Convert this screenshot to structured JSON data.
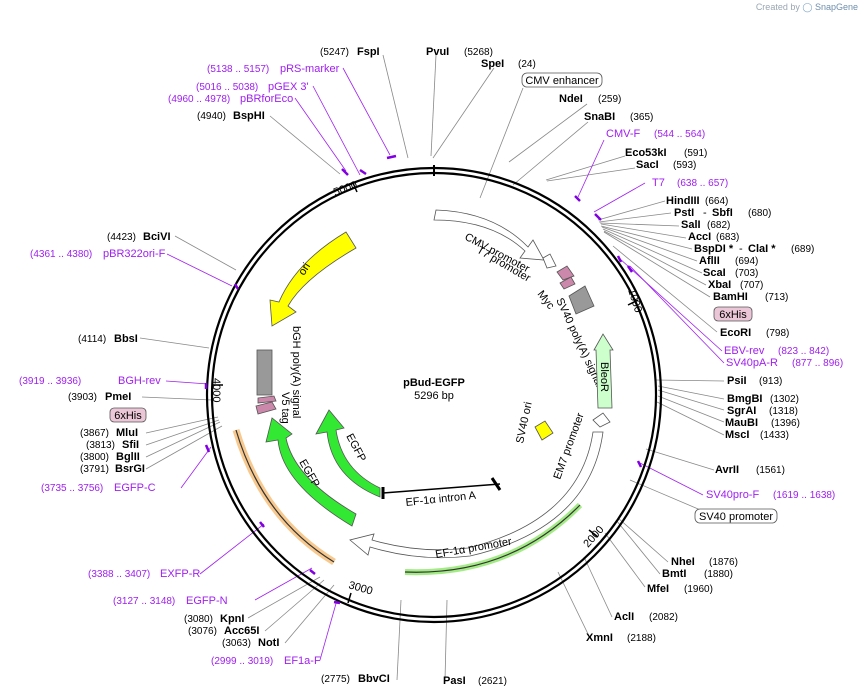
{
  "credit": {
    "prefix": "Created by",
    "brand": "SnapGene"
  },
  "plasmid": {
    "name": "pBud-EGFP",
    "length": "5296 bp",
    "total_bp": 5296
  },
  "ticks": [
    "1000",
    "2000",
    "3000",
    "4000",
    "5000"
  ],
  "colors": {
    "backbone": "#000000",
    "leader": "#888888",
    "primer": "#a020f0",
    "ori": "#ffff00",
    "egfp": "#33e833",
    "bleor": "#ccffcc",
    "polyA": "#999999",
    "sv40ori": "#ffff00",
    "tag": "#cc88aa",
    "primer_bar": "#8000e0"
  },
  "features": [
    {
      "label": "CMV promoter",
      "type": "promoter"
    },
    {
      "label": "T7 promoter",
      "type": "promoter"
    },
    {
      "label": "Myc",
      "type": "tag"
    },
    {
      "label": "SV40 poly(A) signal",
      "type": "polyA"
    },
    {
      "label": "BleoR",
      "type": "cds"
    },
    {
      "label": "SV40 ori",
      "type": "rep_origin"
    },
    {
      "label": "EM7 promoter",
      "type": "promoter"
    },
    {
      "label": "EF-1α promoter",
      "type": "promoter"
    },
    {
      "label": "EF-1α intron A",
      "type": "intron"
    },
    {
      "label": "EGFP",
      "type": "cds"
    },
    {
      "label": "EGFP",
      "type": "cds"
    },
    {
      "label": "V5 tag",
      "type": "tag"
    },
    {
      "label": "bGH poly(A) signal",
      "type": "polyA"
    },
    {
      "label": "ori",
      "type": "rep_origin"
    }
  ],
  "sites": [
    {
      "name": "PvuI",
      "pos": "(5268)"
    },
    {
      "name": "SpeI",
      "pos": "(24)"
    },
    {
      "name": "FspI",
      "pos": "(5247)"
    },
    {
      "name": "NdeI",
      "pos": "(259)"
    },
    {
      "name": "SnaBI",
      "pos": "(365)"
    },
    {
      "name": "Eco53kI",
      "pos": "(591)"
    },
    {
      "name": "SacI",
      "pos": "(593)"
    },
    {
      "name": "HindIII",
      "pos": "(664)"
    },
    {
      "name": "PstI",
      "pos": "(680)"
    },
    {
      "name": "SbfI",
      "pos": ""
    },
    {
      "name": "SalI",
      "pos": "(682)"
    },
    {
      "name": "AccI",
      "pos": "(683)"
    },
    {
      "name": "BspDI *",
      "pos": ""
    },
    {
      "name": "ClaI *",
      "pos": "(689)"
    },
    {
      "name": "AflII",
      "pos": "(694)"
    },
    {
      "name": "ScaI",
      "pos": "(703)"
    },
    {
      "name": "XbaI",
      "pos": "(707)"
    },
    {
      "name": "BamHI",
      "pos": "(713)"
    },
    {
      "name": "EcoRI",
      "pos": "(798)"
    },
    {
      "name": "PsiI",
      "pos": "(913)"
    },
    {
      "name": "BmgBI",
      "pos": "(1302)"
    },
    {
      "name": "SgrAI",
      "pos": "(1318)"
    },
    {
      "name": "MauBI",
      "pos": "(1396)"
    },
    {
      "name": "MscI",
      "pos": "(1433)"
    },
    {
      "name": "AvrII",
      "pos": "(1561)"
    },
    {
      "name": "NheI",
      "pos": "(1876)"
    },
    {
      "name": "BmtI",
      "pos": "(1880)"
    },
    {
      "name": "MfeI",
      "pos": "(1960)"
    },
    {
      "name": "AclI",
      "pos": "(2082)"
    },
    {
      "name": "XmnI",
      "pos": "(2188)"
    },
    {
      "name": "PasI",
      "pos": "(2621)"
    },
    {
      "name": "BbvCI",
      "pos": "(2775)"
    },
    {
      "name": "NotI",
      "pos": "(3063)"
    },
    {
      "name": "Acc65I",
      "pos": "(3076)"
    },
    {
      "name": "KpnI",
      "pos": "(3080)"
    },
    {
      "name": "BsrGI",
      "pos": "(3791)"
    },
    {
      "name": "BglII",
      "pos": "(3800)"
    },
    {
      "name": "SfiI",
      "pos": "(3813)"
    },
    {
      "name": "MluI",
      "pos": "(3867)"
    },
    {
      "name": "PmeI",
      "pos": "(3903)"
    },
    {
      "name": "BbsI",
      "pos": "(4114)"
    },
    {
      "name": "BciVI",
      "pos": "(4423)"
    },
    {
      "name": "BspHI",
      "pos": "(4940)"
    }
  ],
  "primers": [
    {
      "name": "pRS-marker",
      "range": "(5138 .. 5157)"
    },
    {
      "name": "pGEX 3'",
      "range": "(5016 .. 5038)"
    },
    {
      "name": "pBRforEco",
      "range": "(4960 .. 4978)"
    },
    {
      "name": "CMV-F",
      "range": "(544 .. 564)"
    },
    {
      "name": "T7",
      "range": "(638 .. 657)"
    },
    {
      "name": "EBV-rev",
      "range": "(823 .. 842)"
    },
    {
      "name": "SV40pA-R",
      "range": "(877 .. 896)"
    },
    {
      "name": "SV40pro-F",
      "range": "(1619 .. 1638)"
    },
    {
      "name": "EF1a-F",
      "range": "(2999 .. 3019)"
    },
    {
      "name": "EGFP-N",
      "range": "(3127 .. 3148)"
    },
    {
      "name": "EXFP-R",
      "range": "(3388 .. 3407)"
    },
    {
      "name": "EGFP-C",
      "range": "(3735 .. 3756)"
    },
    {
      "name": "BGH-rev",
      "range": "(3919 .. 3936)"
    },
    {
      "name": "pBR322ori-F",
      "range": "(4361 .. 4380)"
    }
  ],
  "boxed": [
    {
      "label": "CMV enhancer"
    },
    {
      "label": "6xHis"
    },
    {
      "label": "SV40 promoter"
    },
    {
      "label": "6xHis"
    }
  ]
}
